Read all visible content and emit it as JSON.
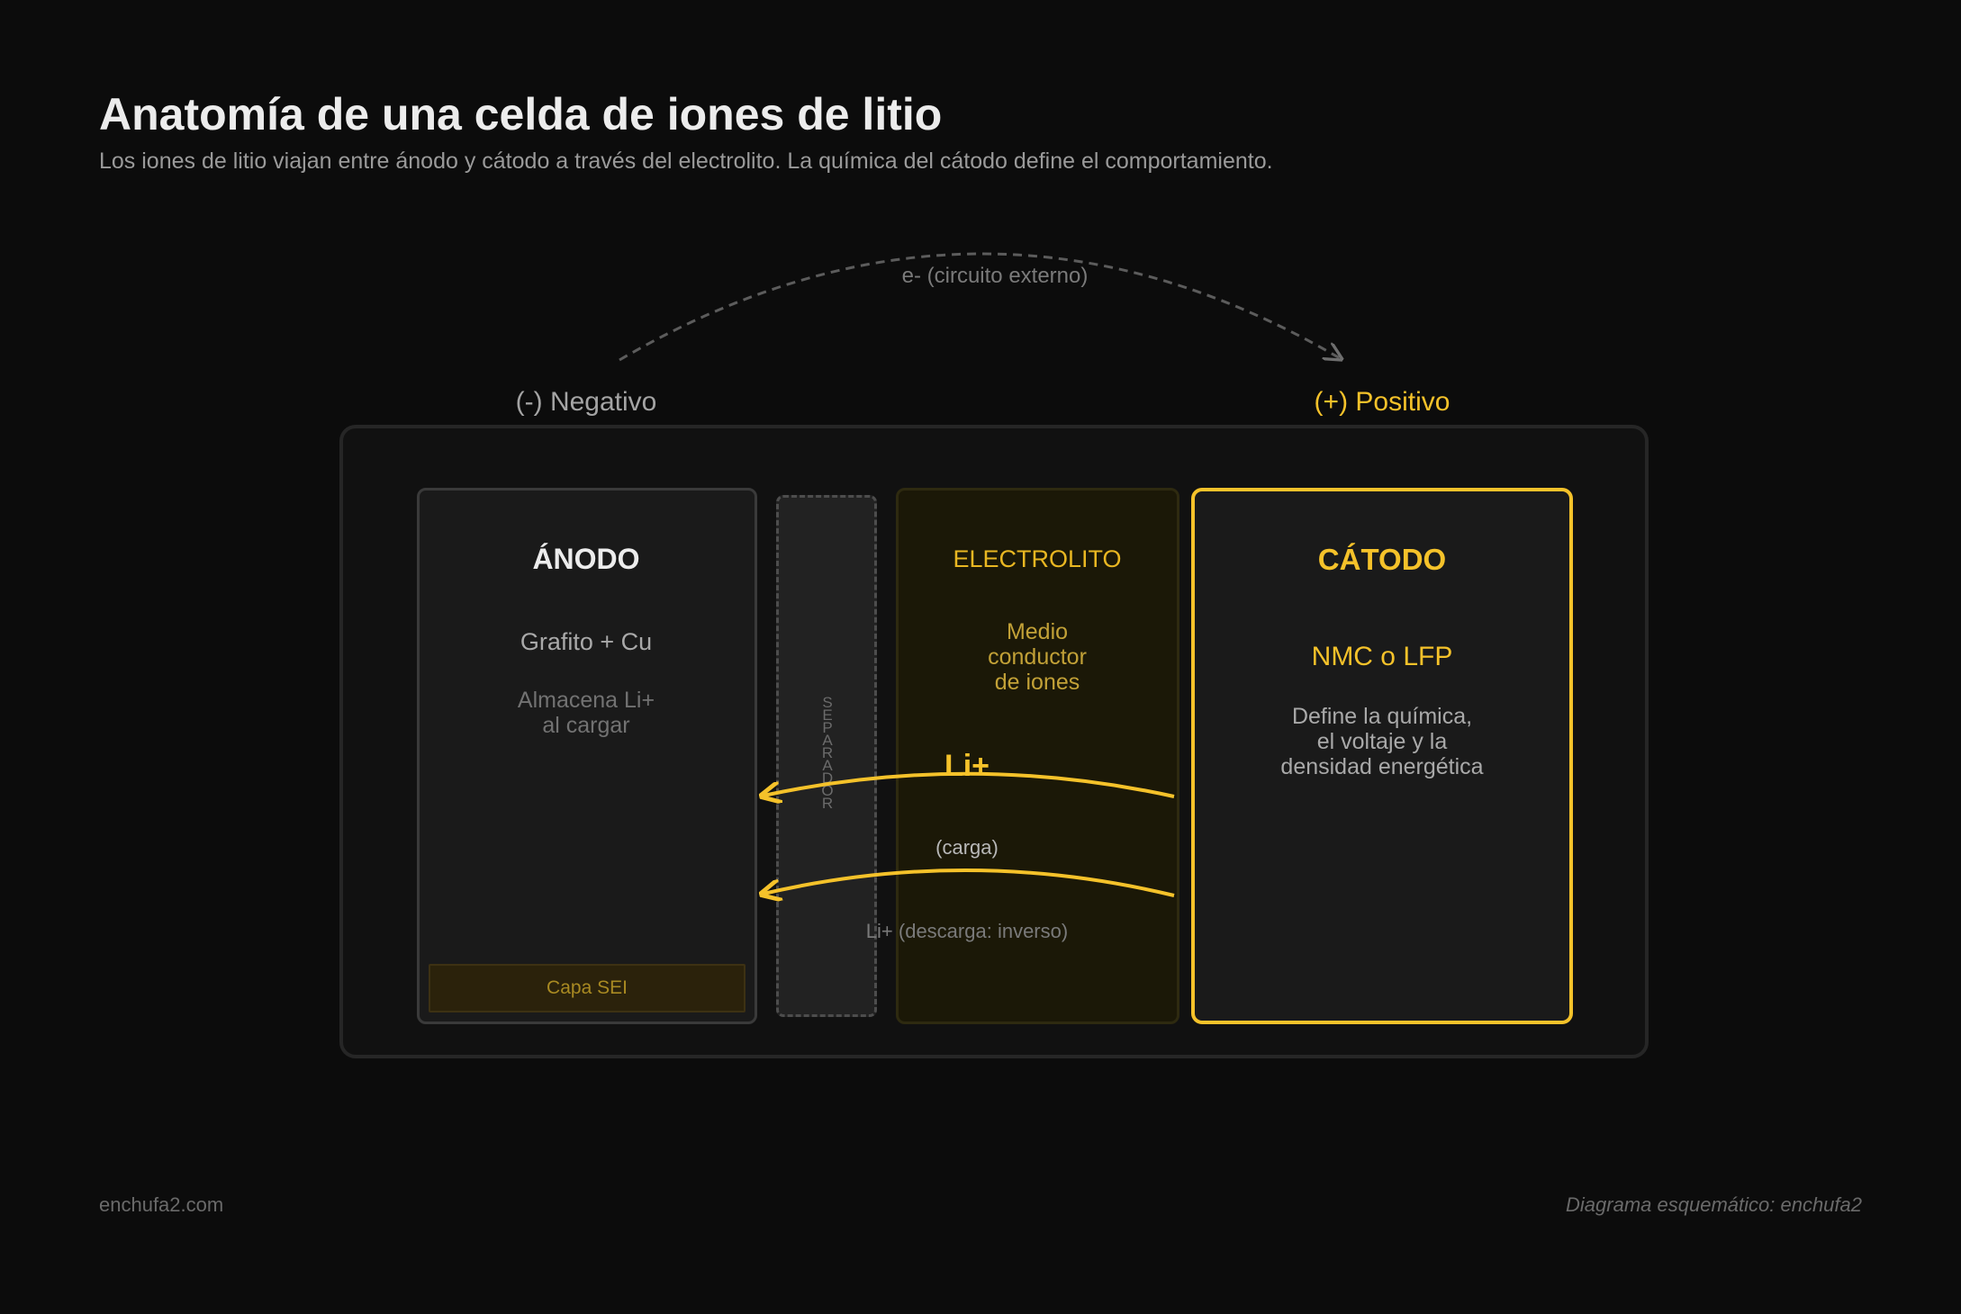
{
  "header": {
    "title": "Anatomía de una celda de iones de litio",
    "subtitle": "Los iones de litio viajan entre ánodo y cátodo a través del electrolito. La química del cátodo define el comportamiento."
  },
  "circuit": {
    "label": "e- (circuito externo)"
  },
  "terminals": {
    "negative": "(-) Negativo",
    "positive": "(+) Positivo"
  },
  "anode": {
    "title": "ÁNODO",
    "material": "Grafito + Cu",
    "desc_line1": "Almacena Li+",
    "desc_line2": "al cargar",
    "sei": "Capa SEI"
  },
  "separator": {
    "letters": [
      "S",
      "E",
      "P",
      "A",
      "R",
      "A",
      "D",
      "O",
      "R"
    ]
  },
  "electrolyte": {
    "title": "ELECTROLITO",
    "desc_line1": "Medio",
    "desc_line2": "conductor",
    "desc_line3": "de iones"
  },
  "cathode": {
    "title": "CÁTODO",
    "material": "NMC o LFP",
    "desc_line1": "Define la química,",
    "desc_line2": "el voltaje y la",
    "desc_line3": "densidad energética"
  },
  "ion_flow": {
    "ion_label": "Li+",
    "charge_label": "(carga)",
    "discharge_label": "Li+ (descarga: inverso)"
  },
  "footer": {
    "site": "enchufa2.com",
    "credit": "Diagrama esquemático: enchufa2"
  },
  "colors": {
    "background": "#0c0c0c",
    "accent": "#f5c22a",
    "text_primary": "#ececec",
    "text_muted": "#9a9a9a"
  }
}
